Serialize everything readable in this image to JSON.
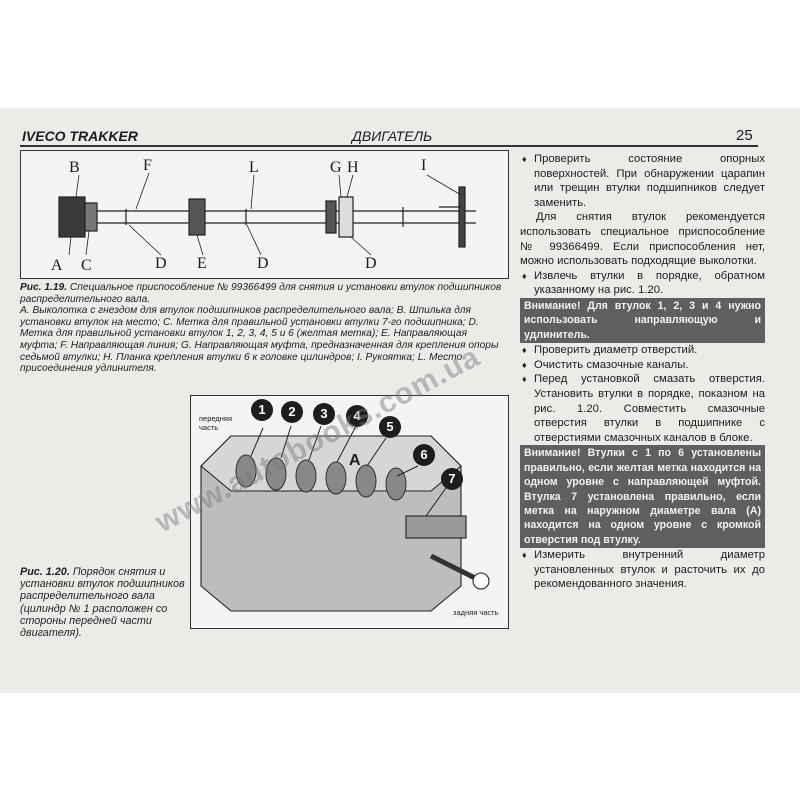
{
  "header": {
    "brand": "IVECO TRAKKER",
    "section": "ДВИГАТЕЛЬ",
    "page_number": "25"
  },
  "figure1": {
    "letters": [
      "B",
      "F",
      "L",
      "G",
      "H",
      "I",
      "A",
      "C",
      "D",
      "E",
      "D",
      "D"
    ],
    "caption_num": "Рис. 1.19.",
    "caption_title": "Специальное приспособление № 99366499 для снятия и установки втулок подшипников распределительного вала.",
    "caption_legend": "A. Выколотка с гнездом для втулок подшипников распределительного вала; B. Шпилька для установки втулок на место; C. Метка для правильной установки втулки 7-го подшипника; D. Метка для правильной установки втулок 1, 2, 3, 4, 5 и 6 (желтая метка); E. Направляющая муфта; F. Направляющая линия; G. Направляющая муфта, предназначенная для крепления опоры седьмой втулки; H. Планка крепления втулки 6 к головке цилиндров; I. Рукоятка; L. Место присоединения удлинителя."
  },
  "figure2": {
    "front_label": "передняя часть",
    "rear_label": "задняя часть",
    "label_a": "A",
    "numbers": [
      "1",
      "2",
      "3",
      "4",
      "5",
      "6",
      "7"
    ],
    "caption_num": "Рис. 1.20.",
    "caption_text": "Порядок снятия и установки втулок подшипников распределительного вала (цилиндр № 1 расположен со стороны передней части двигателя)."
  },
  "right_column": {
    "p1": "Проверить состояние опорных поверхностей. При обнаружении царапин или трещин втулки подшипников следует заменить.",
    "p2": "Для снятия втулок рекомендуется использовать специальное приспособление № 99366499. Если приспособления нет, можно использовать подходящие выколотки.",
    "p3": "Извлечь втулки в порядке, обратном указанному на рис. 1.20.",
    "warn1": "Внимание! Для втулок 1, 2, 3 и 4 нужно использовать направляющую и удлинитель.",
    "p4": "Проверить диаметр отверстий.",
    "p5": "Очистить смазочные каналы.",
    "p6": "Перед установкой смазать отверстия. Установить втулки в порядке, показном на рис. 1.20. Совместить смазочные отверстия втулки в подшипнике с отверстиями смазочных каналов в блоке.",
    "warn2": "Внимание! Втулки с 1 по 6 установлены правильно, если желтая метка находится на одном уровне с направляющей муфтой. Втулка 7 установлена правильно, если метка на наружном диаметре вала (A) находится на одном уровне с кромкой отверстия под втулку.",
    "p7": "Измерить внутренний диаметр установленных втулок и расточить их до рекомендованного значения."
  },
  "watermark": "www.autobooks.com.ua"
}
